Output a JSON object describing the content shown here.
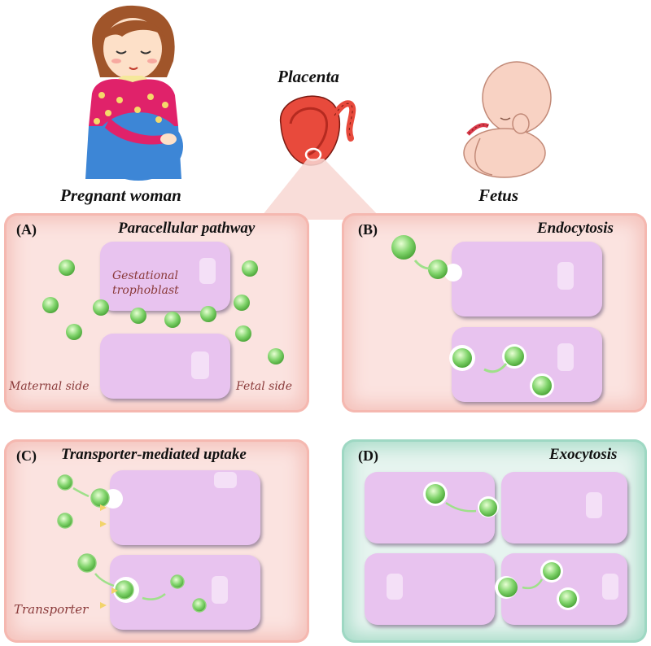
{
  "top": {
    "pregnant_woman": "Pregnant woman",
    "placenta": "Placenta",
    "fetus": "Fetus"
  },
  "panels": {
    "a": {
      "letter": "(A)",
      "title": "Paracellular pathway",
      "cell_label_line1": "Gestational",
      "cell_label_line2": "trophoblast",
      "maternal_side": "Maternal side",
      "fetal_side": "Fetal side"
    },
    "b": {
      "letter": "(B)",
      "title": "Endocytosis"
    },
    "c": {
      "letter": "(C)",
      "title": "Transporter-mediated uptake",
      "transporter": "Transporter"
    },
    "d": {
      "letter": "(D)",
      "title": "Exocytosis"
    }
  },
  "colors": {
    "cell_fill": "#e8c3ef",
    "particle_green": "#7fd36a",
    "panel_pink_border": "#f5b8b0",
    "panel_green_border": "#9ed8c3",
    "placenta_red": "#e84a3c"
  }
}
